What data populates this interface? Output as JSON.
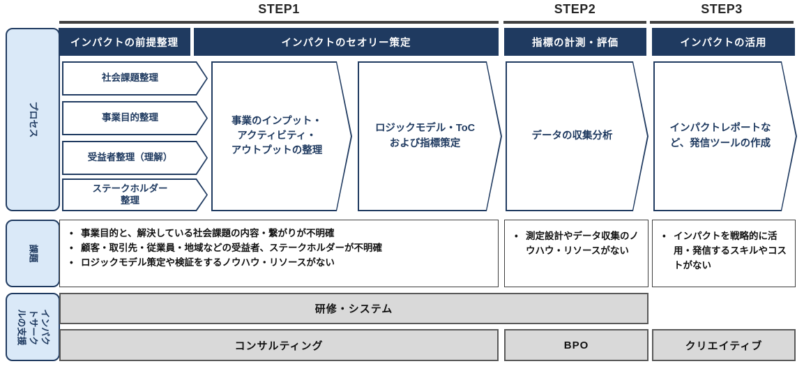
{
  "colors": {
    "navy": "#1f3a60",
    "light_blue": "#dae9f8",
    "gray_bar": "#d9d9d9",
    "step_underline": "#404040"
  },
  "step_headers": [
    {
      "label": "STEP1"
    },
    {
      "label": "STEP2"
    },
    {
      "label": "STEP3"
    }
  ],
  "row_labels": {
    "process": "プロセス",
    "issues": "課題",
    "support": "インパク\nトサーク\nルの支援"
  },
  "phase_headers": [
    "インパクトの前提整理",
    "インパクトのセオリー策定",
    "指標の計測・評価",
    "インパクトの活用"
  ],
  "process_substeps": [
    "社会課題整理",
    "事業目的整理",
    "受益者整理（理解）",
    "ステークホルダー\n整理"
  ],
  "process_arrows": [
    "事業のインプット・\nアクティビティ・\nアウトプットの整理",
    "ロジックモデル・ToC\nおよび指標策定",
    "データの収集分析",
    "インパクトレポートな\nど、発信ツールの作成"
  ],
  "issues": {
    "step1": [
      "事業目的と、解決している社会課題の内容・繋がりが不明確",
      "顧客・取引先・従業員・地域などの受益者、ステークホルダーが不明確",
      "ロジックモデル策定や検証をするノウハウ・リソースがない"
    ],
    "step2": [
      "測定設計やデータ収集のノウハウ・リソースがない"
    ],
    "step3": [
      "インパクトを戦略的に活用・発信するスキルやコストがない"
    ]
  },
  "support_tools": {
    "training_system": "研修・システム",
    "consulting": "コンサルティング",
    "bpo": "BPO",
    "creative": "クリエイティブ"
  }
}
